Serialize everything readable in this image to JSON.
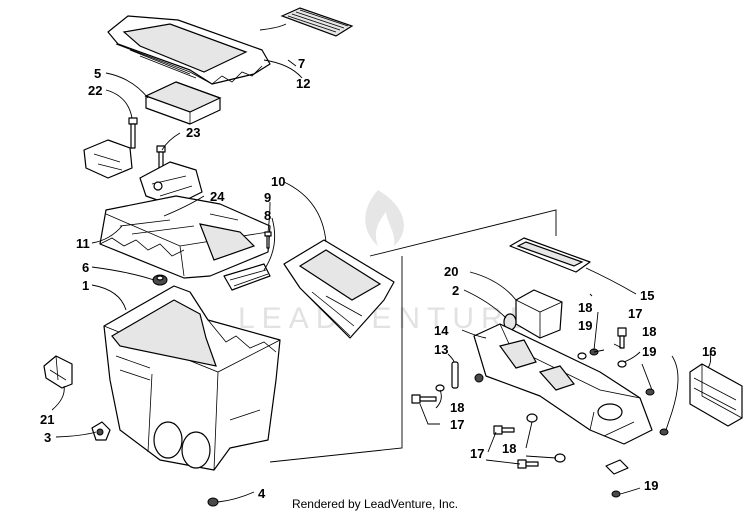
{
  "callouts": {
    "c1": "1",
    "c2": "2",
    "c3": "3",
    "c4": "4",
    "c5": "5",
    "c6": "6",
    "c7": "7",
    "c8": "8",
    "c9": "9",
    "c10": "10",
    "c11": "11",
    "c12": "12",
    "c13": "13",
    "c14": "14",
    "c15": "15",
    "c16": "16",
    "c17a": "17",
    "c17b": "17",
    "c17c": "17",
    "c18a": "18",
    "c18b": "18",
    "c18c": "18",
    "c18d": "18",
    "c19a": "19",
    "c19b": "19",
    "c19c": "19",
    "c20": "20",
    "c21": "21",
    "c22": "22",
    "c23": "23",
    "c24": "24"
  },
  "watermark": "LEADVENTURE",
  "footer": "Rendered by LeadVenture, Inc."
}
